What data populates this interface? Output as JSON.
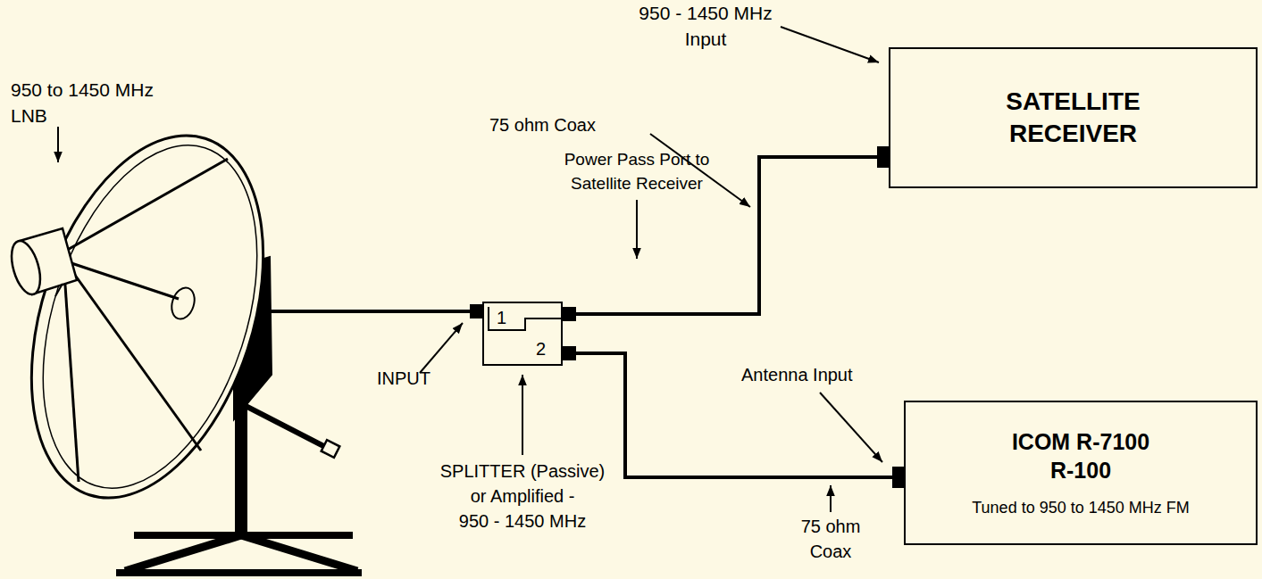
{
  "diagram": {
    "nodes": [
      {
        "text": [
          "SATELLITE RECEIVER"
        ]
      },
      {
        "text": [
          "1",
          "2"
        ]
      },
      {
        "text": [
          "ICOM R-7100 R-100",
          "Tuned to 950 to 1450 MHz FM"
        ]
      }
    ],
    "edges": [
      {
        "from": 1,
        "to": 0,
        "arrow": "none"
      },
      {
        "from": 1,
        "to": 2,
        "arrow": "none"
      }
    ],
    "labels": [
      "950 to 1450 MHz LNB",
      "950 - 1450 MHz Input",
      "75 ohm Coax",
      "Power Pass Port to Satellite Receiver",
      "INPUT",
      "SPLITTER (Passive) or Amplified - 950 - 1450 MHz",
      "Antenna Input",
      "75 ohm Coax"
    ]
  }
}
